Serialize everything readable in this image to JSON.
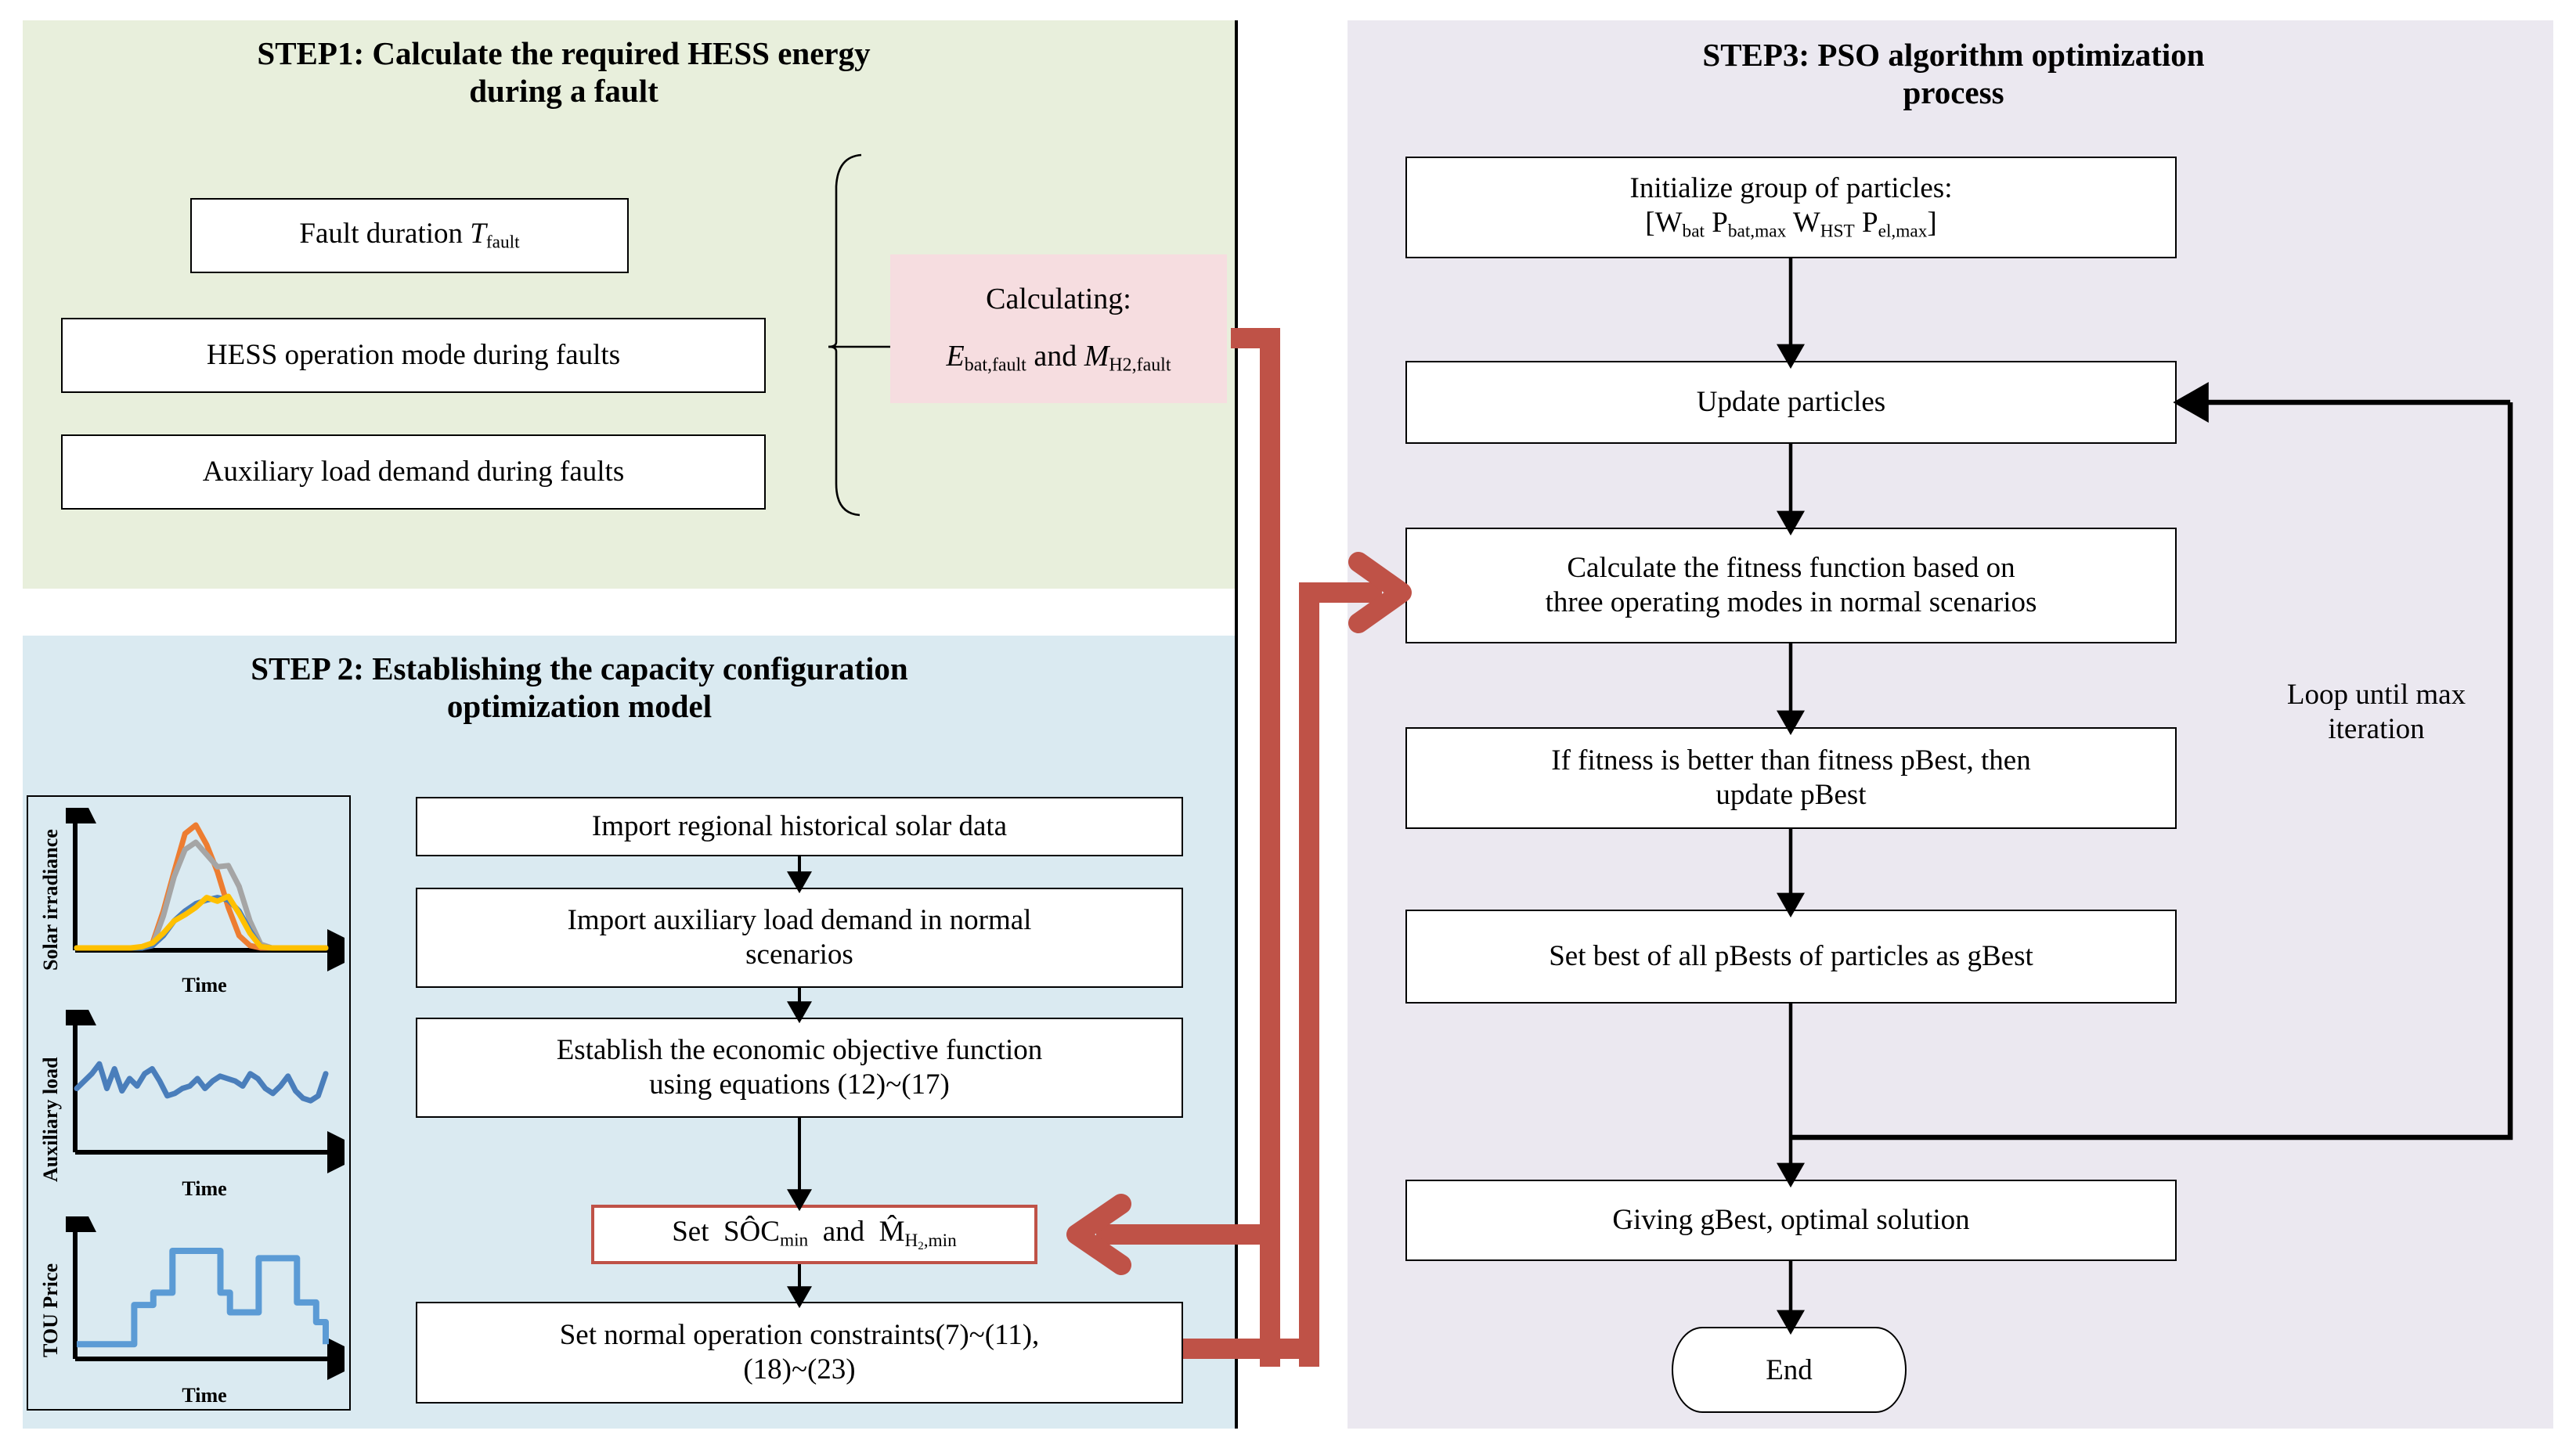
{
  "panels": {
    "step1": {
      "title": "STEP1: Calculate the required HESS energy\nduring a fault",
      "bg": "#e8efdc"
    },
    "step2": {
      "title": "STEP 2: Establishing the capacity configuration\noptimization model",
      "bg": "#daeaf1"
    },
    "step3": {
      "title": "STEP3: PSO algorithm optimization\nprocess",
      "bg": "#ebe8f0"
    }
  },
  "colors": {
    "accent_red": "#bf5247",
    "calc_box": "#f6dde0",
    "chart_blue": "#4a7ebb",
    "chart_orange": "#ed7d31",
    "chart_gray": "#a5a5a5",
    "chart_yellow": "#ffc000",
    "tou_blue": "#5b9bd5"
  },
  "step1": {
    "nodes": [
      {
        "label": "Fault duration T",
        "sub": "fault",
        "italic_sym": "T"
      },
      {
        "label": "HESS operation mode during faults"
      },
      {
        "label": "Auxiliary load demand during faults"
      }
    ],
    "calc": {
      "line1": "Calculating:",
      "line2_a": "E",
      "line2_a_sub": "bat,fault",
      "line2_mid": " and ",
      "line2_b": "M",
      "line2_b_sub": "H2,fault"
    }
  },
  "step2": {
    "nodes": [
      {
        "label": "Import regional historical solar data"
      },
      {
        "label": "Import auxiliary load demand in normal\nscenarios"
      },
      {
        "label": "Establish the economic objective function\nusing equations (12)~(17)"
      },
      {
        "label": "Set  SÔC",
        "sub1": "min",
        "mid": "  and  ",
        "label2": "M̂",
        "sub2": "H₂,min",
        "highlight": true
      },
      {
        "label": "Set normal operation constraints(7)~(11),\n(18)~(23)"
      }
    ]
  },
  "step3": {
    "nodes": [
      {
        "label": "Initialize group of particles:\n[W_bat P_bat,max W_HST P_el,max]",
        "line1": "Initialize group of particles:",
        "line2_parts": [
          {
            "base": "[W",
            "sub": "bat"
          },
          {
            "base": " P",
            "sub": "bat,max"
          },
          {
            "base": " W",
            "sub": "HST"
          },
          {
            "base": " P",
            "sub": "el,max"
          },
          {
            "base": "]",
            "sub": ""
          }
        ]
      },
      {
        "label": "Update particles"
      },
      {
        "label": "Calculate the fitness function based on\nthree operating modes in normal scenarios"
      },
      {
        "label": "If fitness is better than fitness pBest, then\nupdate pBest"
      },
      {
        "label": "Set best of all pBests of particles as gBest"
      },
      {
        "label": "Giving gBest, optimal solution"
      }
    ],
    "end_label": "End",
    "loop_label": "Loop until max\niteration"
  },
  "charts": [
    {
      "type": "line",
      "ylabel": "Solar irradiance",
      "xlabel": "Time",
      "series": [
        {
          "name": "scenario-orange",
          "color": "#ed7d31",
          "values": [
            0,
            0,
            0,
            0,
            0,
            0,
            0,
            0.04,
            0.3,
            0.62,
            0.93,
            1.0,
            0.84,
            0.62,
            0.33,
            0.1,
            0.02,
            0,
            0,
            0,
            0,
            0,
            0,
            0
          ]
        },
        {
          "name": "scenario-gray",
          "color": "#a5a5a5",
          "values": [
            0,
            0,
            0,
            0,
            0,
            0,
            0,
            0.02,
            0.26,
            0.58,
            0.8,
            0.86,
            0.76,
            0.66,
            0.67,
            0.5,
            0.22,
            0.03,
            0,
            0,
            0,
            0,
            0,
            0
          ]
        },
        {
          "name": "scenario-blue",
          "color": "#4a7ebb",
          "values": [
            0,
            0,
            0,
            0,
            0,
            0,
            0,
            0.02,
            0.1,
            0.22,
            0.3,
            0.36,
            0.39,
            0.41,
            0.39,
            0.3,
            0.14,
            0.01,
            0,
            0,
            0,
            0,
            0,
            0
          ]
        },
        {
          "name": "scenario-yellow",
          "color": "#ffc000",
          "values": [
            0,
            0,
            0,
            0,
            0,
            0,
            0.01,
            0.04,
            0.12,
            0.22,
            0.27,
            0.33,
            0.41,
            0.38,
            0.42,
            0.28,
            0.12,
            0.01,
            0,
            0,
            0,
            0,
            0,
            0
          ]
        }
      ]
    },
    {
      "type": "line",
      "ylabel": "Auxiliary load",
      "xlabel": "Time",
      "series": [
        {
          "name": "auxiliary-load",
          "color": "#4a7ebb",
          "values": [
            0.5,
            0.56,
            0.62,
            0.7,
            0.5,
            0.66,
            0.48,
            0.58,
            0.52,
            0.62,
            0.66,
            0.56,
            0.44,
            0.46,
            0.5,
            0.52,
            0.58,
            0.5,
            0.56,
            0.6,
            0.58,
            0.56,
            0.52,
            0.62,
            0.58,
            0.5,
            0.46,
            0.52,
            0.6,
            0.48,
            0.42,
            0.4,
            0.44,
            0.62
          ]
        }
      ]
    },
    {
      "type": "step",
      "ylabel": "TOU Price",
      "xlabel": "Time",
      "series": [
        {
          "name": "tou-price",
          "color": "#5b9bd5",
          "values": [
            0.1,
            0.1,
            0.1,
            0.1,
            0.1,
            0.1,
            0.42,
            0.42,
            0.52,
            0.52,
            0.86,
            0.86,
            0.86,
            0.86,
            0.86,
            0.52,
            0.36,
            0.36,
            0.36,
            0.8,
            0.8,
            0.8,
            0.8,
            0.44,
            0.44,
            0.28,
            0.1
          ]
        }
      ]
    }
  ]
}
